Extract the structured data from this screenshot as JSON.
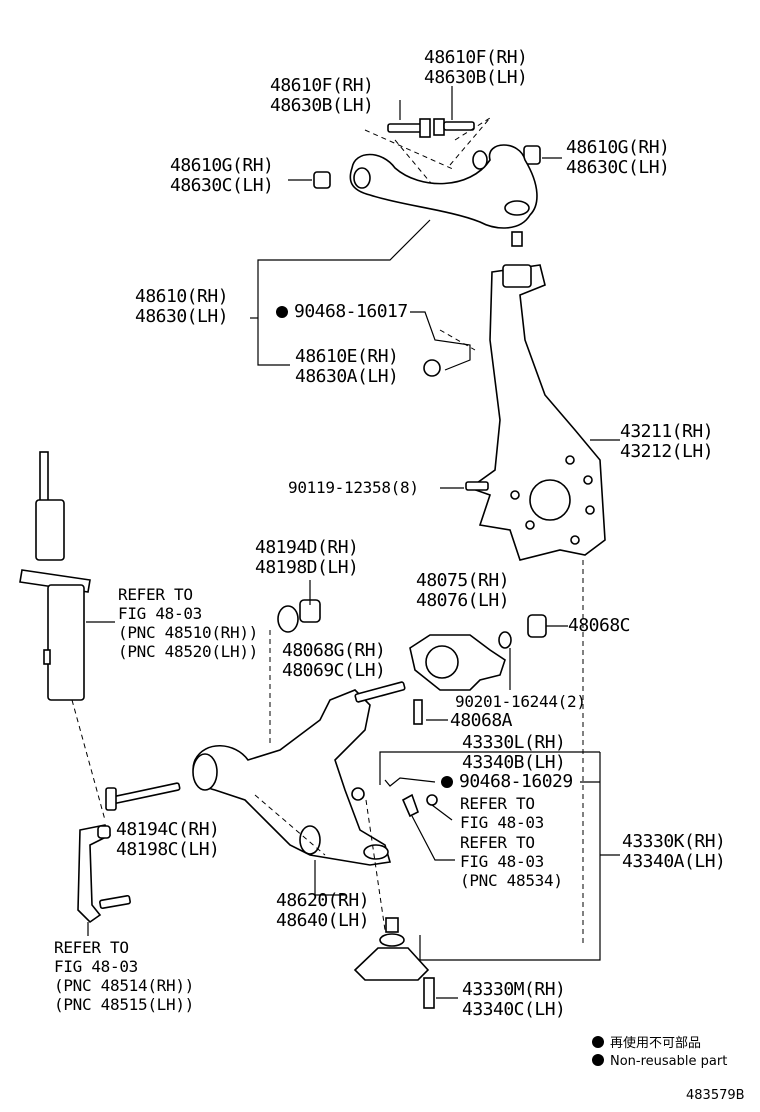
{
  "labels": {
    "bolt_top_right": [
      "48610F(RH)",
      "48630B(LH)"
    ],
    "bolt_top_left": [
      "48610F(RH)",
      "48630B(LH)"
    ],
    "bushing_right": [
      "48610G(RH)",
      "48630C(LH)"
    ],
    "bushing_left": [
      "48610G(RH)",
      "48630C(LH)"
    ],
    "upper_arm": [
      "48610(RH)",
      "48630(LH)"
    ],
    "nut_upper": "90468-16017",
    "ball_joint_upper": [
      "48610E(RH)",
      "48630A(LH)"
    ],
    "knuckle": [
      "43211(RH)",
      "43212(LH)"
    ],
    "knuckle_bolt": "90119-12358(8)",
    "washer_lower": [
      "48194D(RH)",
      "48198D(LH)"
    ],
    "strut_ref": [
      "REFER TO",
      "FIG 48-03",
      "(PNC 48510(RH))",
      "(PNC 48520(LH))"
    ],
    "bushing_rear": [
      "48075(RH)",
      "48076(LH)"
    ],
    "bushing_rear_collar": "48068C",
    "nut_lower": [
      "48068G(RH)",
      "48069C(LH)"
    ],
    "washer_rear": "90201-16244(2)",
    "bolt_lower": "48068A",
    "ball_joint_cover": [
      "43330L(RH)",
      "43340B(LH)"
    ],
    "nut_lower_ball": "90468-16029",
    "ref_fig_1": [
      "REFER TO",
      "FIG 48-03"
    ],
    "ref_fig_2": [
      "REFER TO",
      "FIG 48-03",
      "(PNC 48534)"
    ],
    "ball_joint_assy": [
      "43330K(RH)",
      "43340A(LH)"
    ],
    "washer_cam": [
      "48194C(RH)",
      "48198C(LH)"
    ],
    "lower_arm": [
      "48620(RH)",
      "48640(LH)"
    ],
    "stabilizer_ref": [
      "REFER TO",
      "FIG 48-03",
      "(PNC 48514(RH))",
      "(PNC 48515(LH))"
    ],
    "ball_joint_lower": [
      "43330M(RH)",
      "43340C(LH)"
    ]
  },
  "legend": {
    "jp": "再使用不可部品",
    "en": "Non-reusable part"
  },
  "figure_id": "483579B"
}
